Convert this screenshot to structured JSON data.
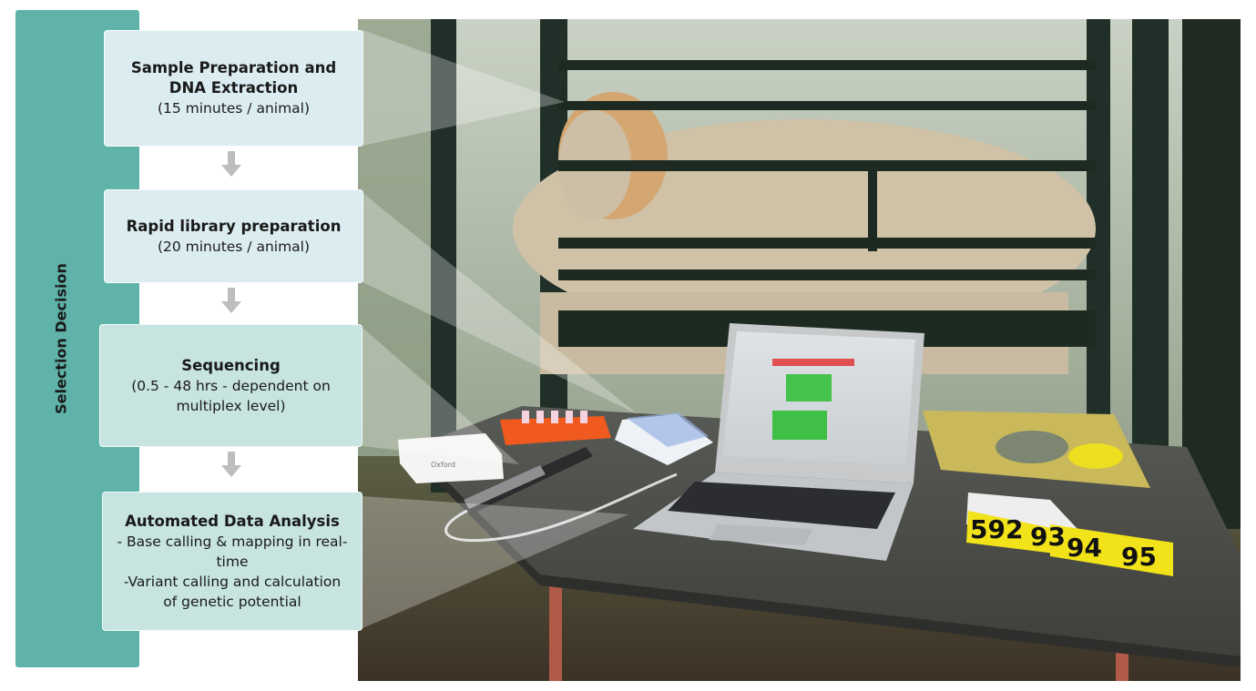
{
  "side_label": "Selection Decision",
  "steps": [
    {
      "title": "Sample Preparation and DNA Extraction",
      "lines": [
        "(15 minutes / animal)"
      ]
    },
    {
      "title": "Rapid library preparation",
      "lines": [
        "(20 minutes / animal)"
      ]
    },
    {
      "title": "Sequencing",
      "lines": [
        "(0.5 - 48 hrs - dependent on",
        "multiplex level)"
      ]
    },
    {
      "title": "Automated Data Analysis",
      "lines": [
        "- Base calling & mapping in real-",
        "time",
        "-Variant calling and calculation",
        "of genetic potential"
      ]
    }
  ],
  "photo": {
    "ear_tags": [
      "592",
      "93",
      "94",
      "95"
    ],
    "colors": {
      "bar": "#5fb3a8",
      "box_light": "#dcedf1",
      "box_teal": "#c7e4e0",
      "tag_yellow": "#f2e21a",
      "rack_orange": "#f05a1e"
    }
  }
}
